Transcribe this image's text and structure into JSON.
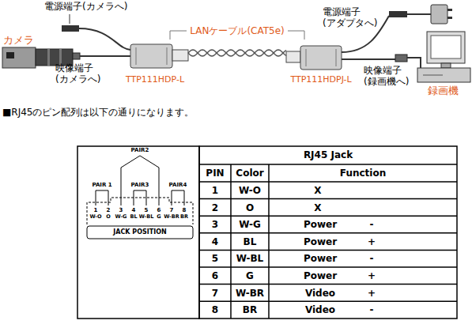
{
  "diagram": {
    "labels": [
      "電源端子(カメラへ)",
      "カメラ",
      "映像端子 (カメラへ)",
      "LANケーブル(CAT5e)",
      "TTP111HDP-L",
      "電源端子 (アダプタへ)",
      "TTP111HDPJ-L",
      "映像端子 (録画機へ)",
      "録画機",
      "■RJ45のピン配列は以下の通りになります。",
      "PAIR2",
      "PAIR 1",
      "PAIR3",
      "PAIR4",
      "1",
      "2",
      "3",
      "4",
      "5",
      "6",
      "7",
      "8",
      "W-O",
      "O",
      "W-G",
      "BL",
      "W-BL",
      "G",
      "W-BR",
      "BR",
      "JACK POSITION",
      "RJ45 Jack",
      "PIN",
      "Color",
      "Function",
      "1",
      "W-O",
      "X",
      "2",
      "O",
      "X",
      "3",
      "W-G",
      "Power",
      "-",
      "4",
      "BL",
      "Power",
      "+",
      "5",
      "W-BL",
      "Power",
      "-",
      "6",
      "G",
      "Power",
      "+",
      "7",
      "W-BR",
      "Video",
      "+",
      "8",
      "BR",
      "Video",
      "-"
    ]
  }
}
